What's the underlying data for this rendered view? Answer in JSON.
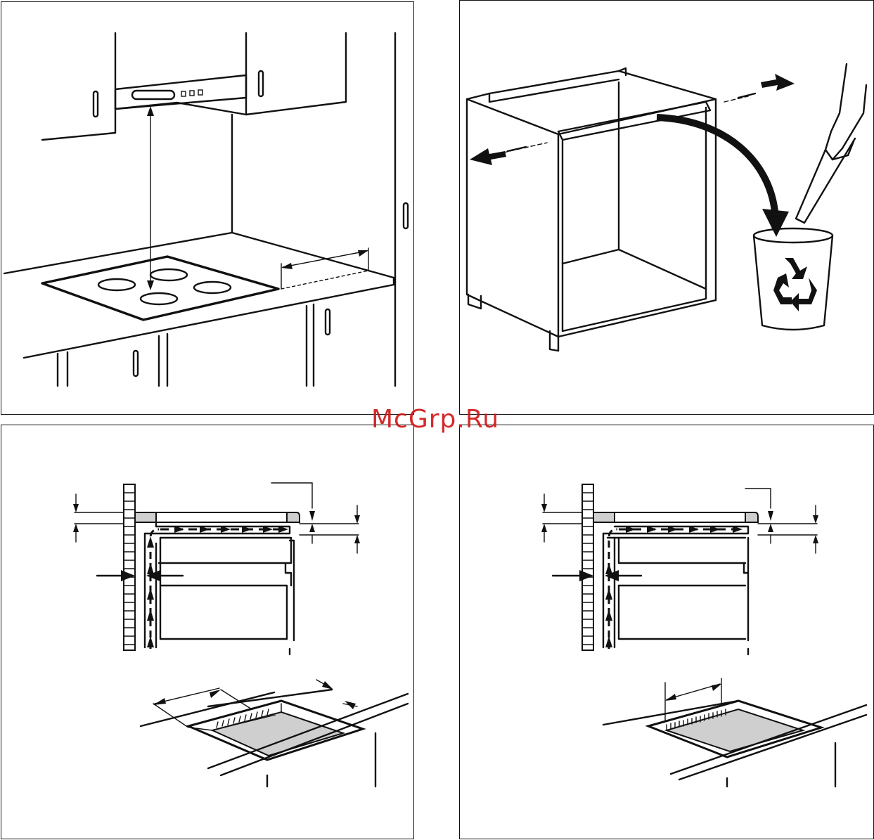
{
  "watermark": {
    "text": "McGrp.Ru",
    "color": "#d01919"
  },
  "panels": [
    {
      "id": "kitchen-clearance",
      "icon": "kitchen-hood-hob-illustration"
    },
    {
      "id": "cabinet-rail-removal",
      "icon": "recycle-icon"
    },
    {
      "id": "ventilation-single-drawer",
      "icon": "airflow-arrows"
    },
    {
      "id": "ventilation-double-drawer",
      "icon": "airflow-arrows"
    }
  ],
  "colors": {
    "line": "#111111",
    "fill_gray": "#cfcfcf"
  }
}
